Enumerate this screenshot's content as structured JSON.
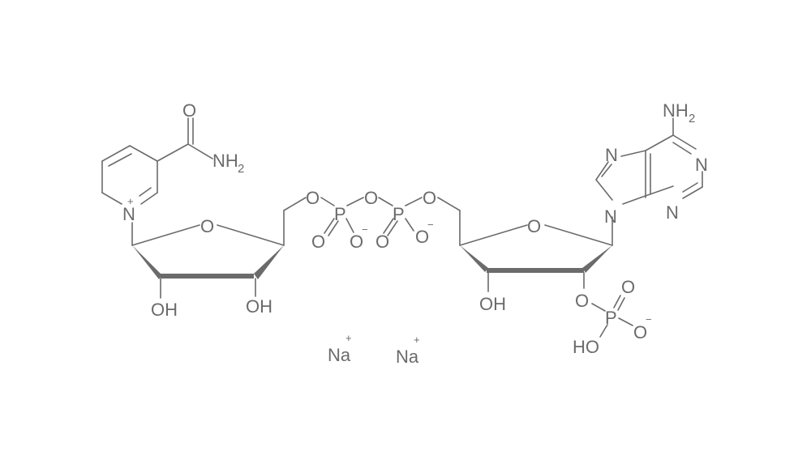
{
  "diagram": {
    "type": "chemical-structure",
    "compound_description": "NADP disodium salt skeletal formula",
    "line_color": "#6b6b6b",
    "background": "#ffffff",
    "labels": {
      "amide_O": "O",
      "amide_N": "NH",
      "amide_N_sub": "2",
      "pyridinium_N": "N",
      "pyridinium_charge": "+",
      "ribose1_O": "O",
      "ribose1_OH_left": "OH",
      "ribose1_OH_right": "OH",
      "link_O1": "O",
      "P1": "P",
      "P1_O_double": "O",
      "P1_O_minus": "O",
      "P1_minus": "−",
      "bridge_O": "O",
      "P2": "P",
      "P2_O_double": "O",
      "P2_O_minus": "O",
      "P2_minus": "−",
      "link_O2": "O",
      "ribose2_O": "O",
      "ribose2_OH": "OH",
      "ribose2_O_phosphate": "O",
      "P3": "P",
      "P3_O_double": "O",
      "P3_O_minus": "O",
      "P3_minus": "−",
      "P3_OH": "HO",
      "adenine_N9": "N",
      "adenine_N7": "N",
      "adenine_N1": "N",
      "adenine_N3": "N",
      "adenine_NH": "NH",
      "adenine_NH_sub": "2"
    },
    "counterions": [
      {
        "label": "Na",
        "charge": "+"
      },
      {
        "label": "Na",
        "charge": "+"
      }
    ]
  }
}
